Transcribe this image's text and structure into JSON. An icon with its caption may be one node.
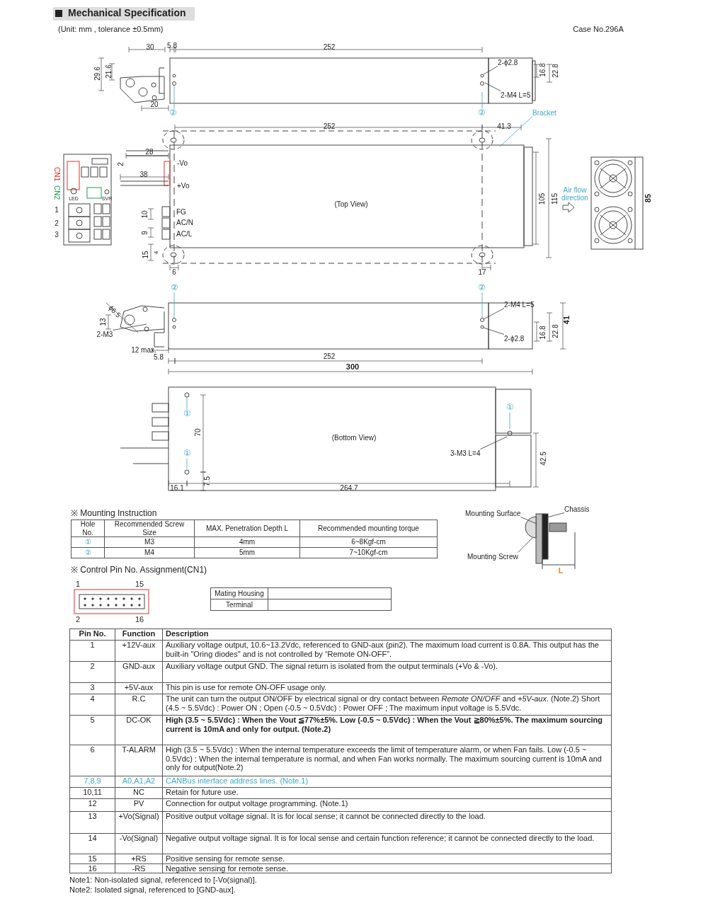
{
  "diagram": {
    "title": "Mechanical Specification",
    "nodes": [
      {
        "text": [
          "2-ϕ2.8"
        ]
      },
      {
        "text": [
          "2-M4  L=5"
        ]
      },
      {
        "text": [
          "②"
        ]
      },
      {
        "text": [
          "②"
        ]
      },
      {
        "text": [
          "Bracket"
        ]
      },
      {
        "text": [
          "②"
        ]
      },
      {
        "text": [
          "②"
        ]
      },
      {
        "text": [
          "2-M4  L=5"
        ]
      },
      {
        "text": [
          "2-ϕ2.8"
        ]
      },
      {
        "text": [
          "2-M3"
        ]
      },
      {
        "text": [
          "①"
        ]
      },
      {
        "text": [
          "①"
        ]
      },
      {
        "text": [
          "①"
        ]
      },
      {
        "text": [
          "3-M3 L=4"
        ]
      },
      {
        "text": [
          "Mounting Surface"
        ]
      },
      {
        "text": [
          "Chassis"
        ]
      },
      {
        "text": [
          "Mounting Screw"
        ]
      }
    ],
    "edges": [
      {
        "from": 0,
        "to": null,
        "arrow": "none"
      },
      {
        "from": 1,
        "to": null,
        "arrow": "none"
      },
      {
        "from": 2,
        "to": null,
        "arrow": "none",
        "color": "#3ea9c6"
      },
      {
        "from": 3,
        "to": null,
        "arrow": "none",
        "color": "#3ea9c6"
      },
      {
        "from": 4,
        "to": null,
        "arrow": "none",
        "color": "#3ea9c6"
      },
      {
        "from": 5,
        "to": null,
        "arrow": "none",
        "color": "#3ea9c6"
      },
      {
        "from": 6,
        "to": null,
        "arrow": "none",
        "color": "#3ea9c6"
      },
      {
        "from": 7,
        "to": null,
        "arrow": "none"
      },
      {
        "from": 8,
        "to": null,
        "arrow": "none"
      },
      {
        "from": 9,
        "to": null,
        "arrow": "none"
      },
      {
        "from": 10,
        "to": null,
        "arrow": "none",
        "color": "#3ea9c6"
      },
      {
        "from": 11,
        "to": null,
        "arrow": "none",
        "color": "#3ea9c6"
      },
      {
        "from": 12,
        "to": null,
        "arrow": "none",
        "color": "#3ea9c6"
      },
      {
        "from": 13,
        "to": null,
        "arrow": "none"
      },
      {
        "from": 14,
        "to": null,
        "arrow": "none"
      },
      {
        "from": 15,
        "to": null,
        "arrow": "none"
      },
      {
        "from": 16,
        "to": null,
        "arrow": "none"
      }
    ],
    "labels": [
      "(Unit: mm , tolerance ±0.5mm)",
      "Case No.296A",
      "30",
      "5.8",
      "252",
      "29.6",
      "21.6",
      "20",
      "16.8",
      "22.8",
      "252",
      "41.3",
      "28",
      "2",
      "38",
      "-Vo",
      "+Vo",
      "(Top View)",
      "10",
      "9",
      "FG",
      "AC/N",
      "AC/L",
      "15",
      "4",
      "6",
      "17",
      "105",
      "115",
      "Air flow direction",
      "85",
      "CN1",
      "CN2",
      "LED",
      "SVR",
      "1",
      "2",
      "3",
      "ϕ6.5",
      "13",
      "12 max.",
      "5.8",
      "252",
      "300",
      "16.8",
      "22.8",
      "41",
      "70",
      "7.5",
      "(Bottom View)",
      "42.5",
      "16.1",
      "264.7",
      "※ Mounting Instruction",
      "Hole No.",
      "Recommended Screw Size",
      "MAX. Penetration Depth L",
      "Recommended mounting torque",
      "①",
      "M3",
      "4mm",
      "6~8Kgf-cm",
      "②",
      "M4",
      "5mm",
      "7~10Kgf-cm",
      "L",
      "※ Control Pin No. Assignment(CN1)",
      "1",
      "15",
      "2",
      "16",
      "Mating Housing",
      "Terminal",
      "Pin No.",
      "Function",
      "Description",
      "1",
      "+12V-aux",
      "Auxiliary voltage output, 10.6~13.2Vdc, referenced to GND-aux (pin2). The maximum load current is 0.8A. This output has the built-in \"Oring diodes\" and is not controlled by “Remote ON-OFF”.",
      "2",
      "GND-aux",
      "Auxiliary voltage output GND. The signal return is isolated from the output terminals (+Vo & -Vo).",
      "3",
      "+5V-aux",
      "This pin is use for remote ON-OFF usage only.",
      "4",
      "R.C",
      "The unit can turn the output ON/OFF by electrical signal or dry contact between *Remote ON/OFF* and *+5V-aux*. (Note.2) Short (4.5 ~ 5.5Vdc) : Power ON ; Open (-0.5 ~ 0.5Vdc) : Power OFF ; The maximum input voltage is 5.5Vdc.",
      "5",
      "DC-OK",
      "High (3.5 ~ 5.5Vdc) : When the Vout ≦77%±5%. Low (-0.5 ~ 0.5Vdc) : When the Vout ≧80%±5%. The maximum sourcing current is 10mA and only for output. (Note.2)",
      "6",
      "T-ALARM",
      "High (3.5 ~ 5.5Vdc) : When the internal temperature exceeds the limit of temperature alarm, or when Fan fails. Low (-0.5 ~ 0.5Vdc) : When the internal temperature is normal, and when Fan works normally. The maximum sourcing current is 10mA and only for output(Note.2)",
      "7,8,9",
      "A0,A1,A2",
      "CANBus interface address lines. (Note.1)",
      "10,11",
      "NC",
      "Retain for future use.",
      "12",
      "PV",
      "Connection for output voltage programming. (Note.1)",
      "13",
      "+Vo(Signal)",
      "Positive output voltage signal. It is for local sense; it cannot be connected directly to the load.",
      "14",
      "-Vo(Signal)",
      "Negative output voltage signal. It is for local sense and certain function reference; it cannot be connected directly to the load.",
      "15",
      "+RS",
      "Positive sensing for remote sense.",
      "16",
      "-RS",
      "Negative sensing for remote sense.",
      "Note1: Non-isolated signal, referenced to [-Vo(signal)].",
      "Note2: Isolated signal, referenced to [GND-aux]."
    ]
  }
}
